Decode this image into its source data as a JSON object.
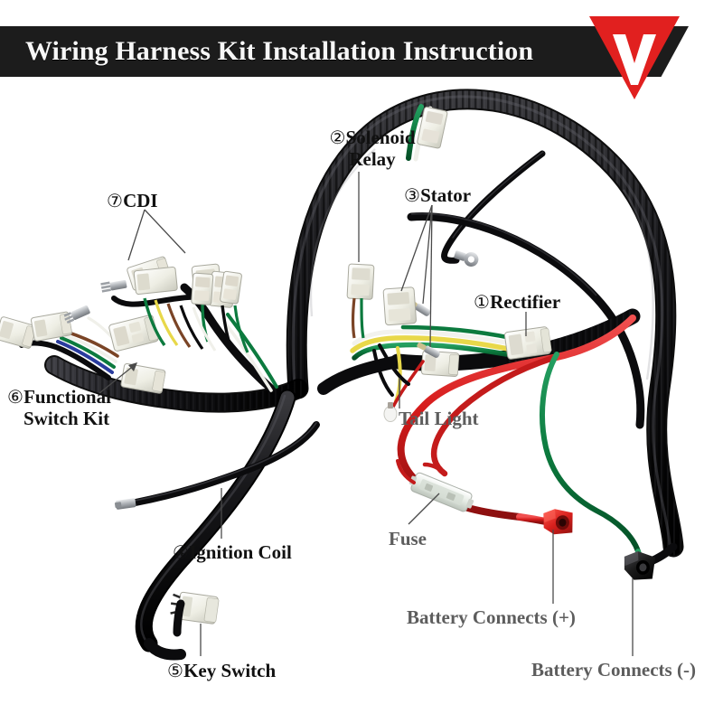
{
  "banner": {
    "title": "Wiring Harness Kit Installation Instruction",
    "bar_color": "#1c1c1c",
    "text_color": "#f7f7f7",
    "logo_icon": "red-triangle-v-logo",
    "logo_color": "#e1201f",
    "logo_letter": "V"
  },
  "page": {
    "background": "#ffffff",
    "subject": "motorcycle-atv-wiring-harness-photo"
  },
  "callouts": [
    {
      "id": "rectifier",
      "number": "①",
      "text": "Rectifier",
      "color": "#111111"
    },
    {
      "id": "solenoid",
      "number": "②",
      "line1": "Solenoid",
      "line2": "Relay",
      "text": "Solenoid Relay",
      "color": "#111111"
    },
    {
      "id": "stator",
      "number": "③",
      "text": "Stator",
      "color": "#111111"
    },
    {
      "id": "ignition",
      "number": "④",
      "text": "Ignition Coil",
      "color": "#111111"
    },
    {
      "id": "keyswitch",
      "number": "⑤",
      "text": "Key Switch",
      "color": "#111111"
    },
    {
      "id": "functional",
      "number": "⑥",
      "line1": "Functional",
      "line2": "Switch Kit",
      "text": "Functional Switch Kit",
      "color": "#111111"
    },
    {
      "id": "cdi",
      "number": "⑦",
      "text": "CDI",
      "color": "#111111"
    },
    {
      "id": "taillight",
      "number": "",
      "text": "Tail Light",
      "color": "#5d5d5d"
    },
    {
      "id": "fuse",
      "number": "",
      "text": "Fuse",
      "color": "#5d5d5d"
    },
    {
      "id": "battery_pos",
      "number": "",
      "text": "Battery  Connects (+)",
      "color": "#5d5d5d"
    },
    {
      "id": "battery_neg",
      "number": "",
      "text": "Battery  Connects (-)",
      "color": "#5d5d5d"
    }
  ],
  "wire_colors": {
    "loom_black": "#17171a",
    "wire_red": "#d61b1b",
    "wire_green": "#0c7a3e",
    "wire_yellow": "#e8d84a",
    "wire_white": "#f2f2ee",
    "wire_blue": "#2a3c9e",
    "wire_brown": "#7a4426",
    "connector_white": "#efefe6",
    "terminal_silver": "#b9bcc0",
    "battery_pos_terminal": "#d8201d",
    "battery_neg_terminal": "#1a1a1a",
    "fuse_body": "#e8efe8"
  }
}
